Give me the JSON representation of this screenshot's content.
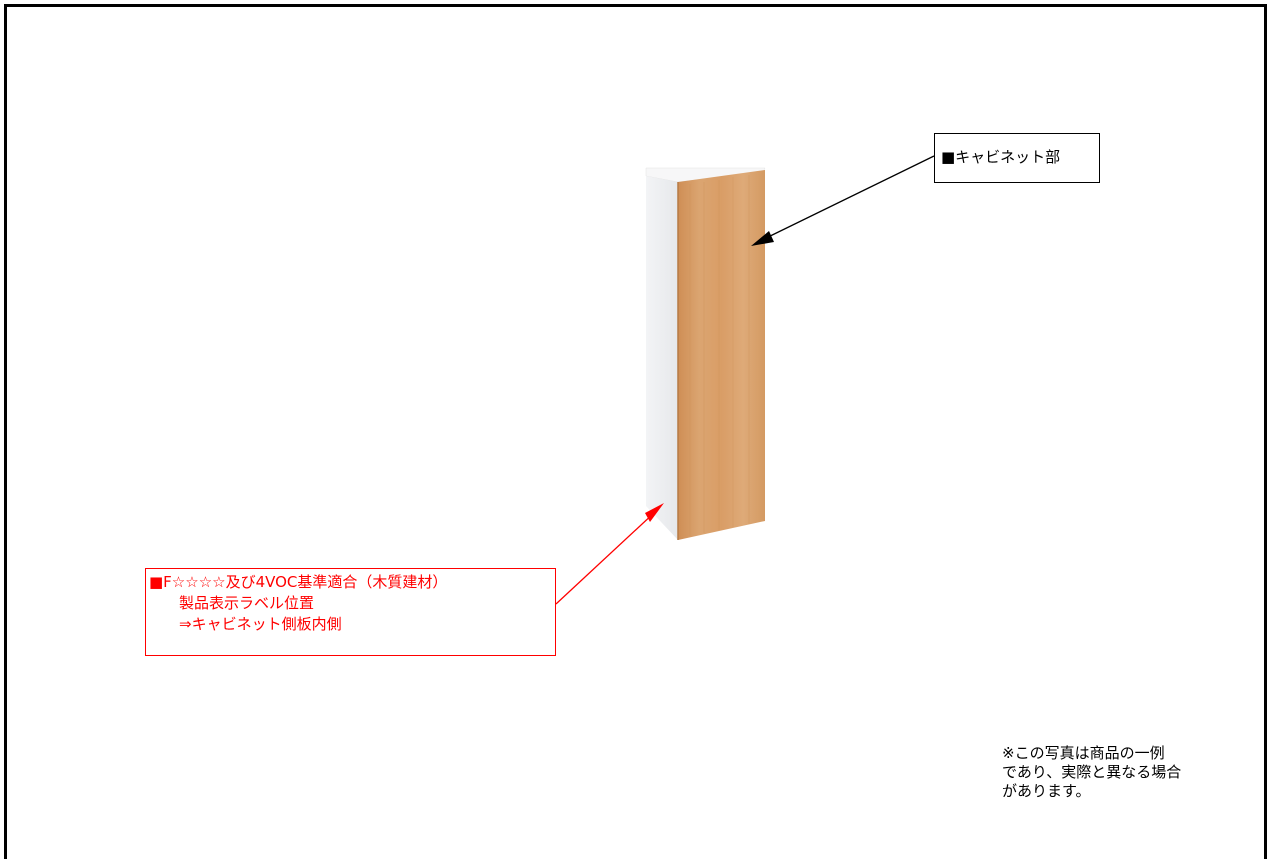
{
  "callouts": {
    "cabinet": "■キャビネット部",
    "label_line1": "■F☆☆☆☆及び4VOC基準適合（木質建材）",
    "label_line2": "製品表示ラベル位置",
    "label_line3": "⇒キャビネット側板内側"
  },
  "note": {
    "line1": "※この写真は商品の一例",
    "line2": "であり、実際と異なる場合",
    "line3": "があります。"
  },
  "colors": {
    "label_red": "#ff0000",
    "door_wood": "#d9a06b",
    "cabinet_white": "#f1f2f4"
  }
}
